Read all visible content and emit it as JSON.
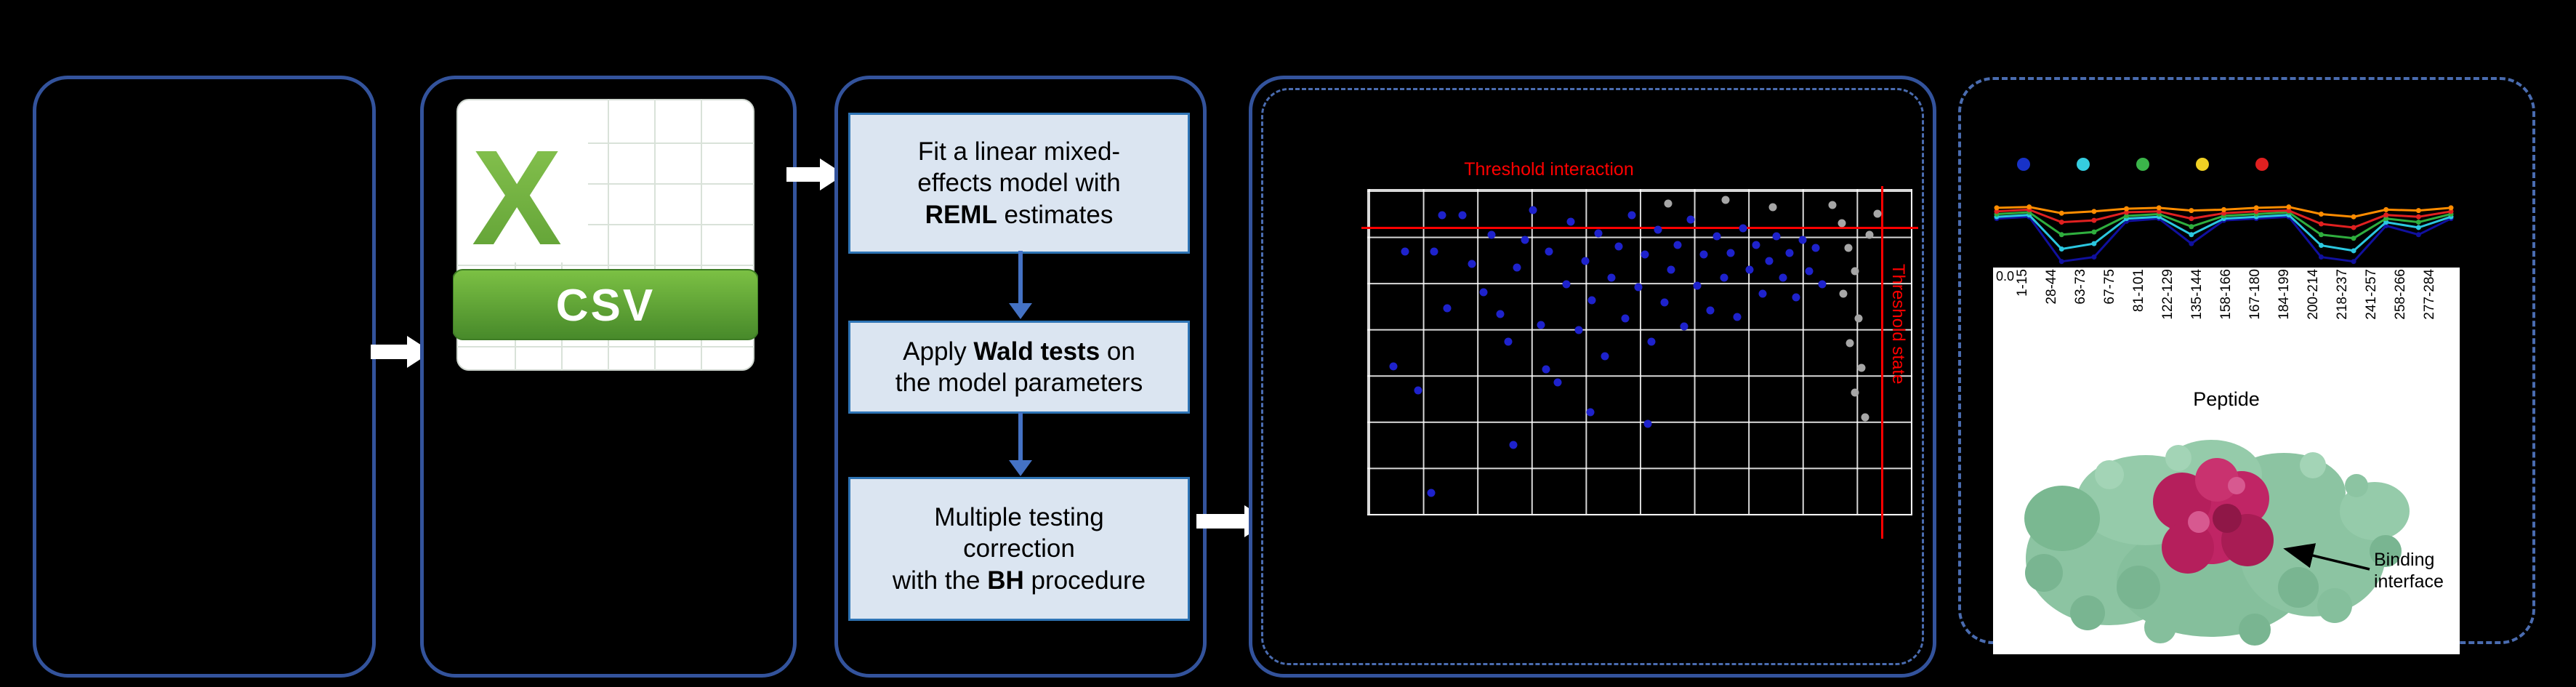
{
  "colors": {
    "panel_border": "#33539c",
    "dashed_border": "#4a6cb0",
    "flow_box_fill": "#dbe5f1",
    "flow_box_border": "#2e74b5",
    "flow_arrow_blue": "#4472c4",
    "threshold_red": "#ff0000",
    "csv_green": "#6fae3e",
    "banner_green": "#4e8f2c",
    "protein_green": "#8cc4a2",
    "protein_magenta": "#c02565"
  },
  "csv_icon": {
    "x_letter": "X",
    "label": "CSV"
  },
  "flow_boxes": [
    {
      "before": "Fit a linear mixed-\neffects model with\n",
      "bold": "REML",
      "after": " estimates"
    },
    {
      "before": "Apply ",
      "bold": "Wald tests",
      "after": " on\nthe model parameters"
    },
    {
      "before": "Multiple testing\ncorrection\nwith the ",
      "bold": "BH",
      "after": " procedure"
    }
  ],
  "chart_data": [
    {
      "type": "scatter",
      "title": "Threshold interaction",
      "right_label": "Threshold state",
      "grid": true,
      "threshold_y_pct": 11.2,
      "threshold_x_pct": 94.5,
      "blue_color": "#1e22cc",
      "gray_color": "#a6a6a6",
      "blue_points": [
        [
          4.5,
          54.3
        ],
        [
          6.7,
          18.8
        ],
        [
          9.1,
          61.9
        ],
        [
          11.5,
          93.4
        ],
        [
          12.1,
          18.8
        ],
        [
          13.6,
          7.6
        ],
        [
          14.5,
          36.5
        ],
        [
          17.3,
          7.6
        ],
        [
          19.1,
          22.8
        ],
        [
          21.2,
          31.5
        ],
        [
          22.7,
          13.7
        ],
        [
          24.2,
          38.1
        ],
        [
          25.8,
          46.7
        ],
        [
          26.7,
          78.7
        ],
        [
          27.3,
          23.9
        ],
        [
          28.8,
          15.2
        ],
        [
          30.3,
          6.1
        ],
        [
          31.8,
          41.6
        ],
        [
          32.7,
          55.3
        ],
        [
          33.3,
          18.8
        ],
        [
          34.8,
          59.4
        ],
        [
          36.4,
          28.9
        ],
        [
          37.3,
          9.6
        ],
        [
          38.8,
          43.1
        ],
        [
          40.0,
          21.8
        ],
        [
          40.9,
          68.5
        ],
        [
          41.2,
          34.0
        ],
        [
          42.4,
          13.2
        ],
        [
          43.6,
          51.3
        ],
        [
          44.8,
          26.9
        ],
        [
          46.1,
          17.3
        ],
        [
          47.3,
          39.6
        ],
        [
          48.5,
          7.6
        ],
        [
          49.7,
          29.9
        ],
        [
          50.9,
          19.8
        ],
        [
          51.5,
          72.1
        ],
        [
          52.1,
          46.7
        ],
        [
          53.3,
          12.2
        ],
        [
          54.5,
          34.5
        ],
        [
          55.8,
          24.4
        ],
        [
          57.0,
          16.8
        ],
        [
          58.2,
          42.1
        ],
        [
          59.4,
          9.1
        ],
        [
          60.6,
          29.4
        ],
        [
          61.8,
          19.8
        ],
        [
          63.0,
          37.1
        ],
        [
          64.2,
          14.2
        ],
        [
          65.5,
          26.9
        ],
        [
          66.7,
          19.3
        ],
        [
          67.9,
          39.1
        ],
        [
          69.1,
          11.7
        ],
        [
          70.3,
          24.4
        ],
        [
          71.5,
          16.8
        ],
        [
          72.7,
          32.0
        ],
        [
          73.9,
          21.8
        ],
        [
          75.2,
          14.2
        ],
        [
          76.4,
          26.9
        ],
        [
          77.6,
          19.3
        ],
        [
          78.8,
          33.0
        ],
        [
          80.0,
          15.2
        ],
        [
          81.2,
          24.9
        ],
        [
          82.4,
          17.8
        ],
        [
          83.6,
          28.9
        ]
      ],
      "gray_points": [
        [
          85.5,
          4.6
        ],
        [
          87.3,
          10.2
        ],
        [
          88.5,
          17.8
        ],
        [
          89.7,
          24.9
        ],
        [
          87.6,
          32.0
        ],
        [
          90.3,
          39.6
        ],
        [
          88.8,
          47.2
        ],
        [
          90.9,
          54.8
        ],
        [
          89.7,
          62.4
        ],
        [
          91.5,
          70.1
        ],
        [
          92.4,
          13.7
        ],
        [
          55.2,
          4.1
        ],
        [
          65.8,
          3.0
        ],
        [
          74.5,
          5.1
        ],
        [
          93.9,
          7.1
        ]
      ]
    },
    {
      "type": "line",
      "legend_colors": [
        "#1832c8",
        "#35cde0",
        "#3bb54a",
        "#f0d024",
        "#e02020"
      ],
      "series": [
        {
          "color": "#10109e",
          "values": [
            42,
            40,
            90,
            85,
            45,
            42,
            70,
            44,
            42,
            40,
            85,
            90,
            50,
            60,
            42
          ]
        },
        {
          "color": "#2bc7e0",
          "values": [
            40,
            38,
            76,
            70,
            42,
            40,
            60,
            42,
            40,
            38,
            72,
            78,
            46,
            52,
            40
          ]
        },
        {
          "color": "#2fae3e",
          "values": [
            37,
            35,
            60,
            57,
            39,
            37,
            51,
            39,
            37,
            35,
            60,
            64,
            42,
            46,
            37
          ]
        },
        {
          "color": "#e02020",
          "values": [
            34,
            32,
            46,
            44,
            35,
            34,
            42,
            36,
            34,
            33,
            48,
            52,
            38,
            40,
            34
          ]
        },
        {
          "color": "#ff8c00",
          "values": [
            30,
            29,
            36,
            34,
            31,
            30,
            33,
            32,
            30,
            29,
            37,
            40,
            32,
            33,
            30
          ]
        }
      ],
      "x_labels": [
        "1-15",
        "28-44",
        "63-73",
        "67-75",
        "81-101",
        "122-129",
        "135-144",
        "158-166",
        "167-180",
        "184-199",
        "200-214",
        "218-237",
        "241-257",
        "258-266",
        "277-284"
      ],
      "xlabel": "Peptide",
      "y_tick": "0.0"
    }
  ],
  "structure_annotation": "Binding\ninterface"
}
